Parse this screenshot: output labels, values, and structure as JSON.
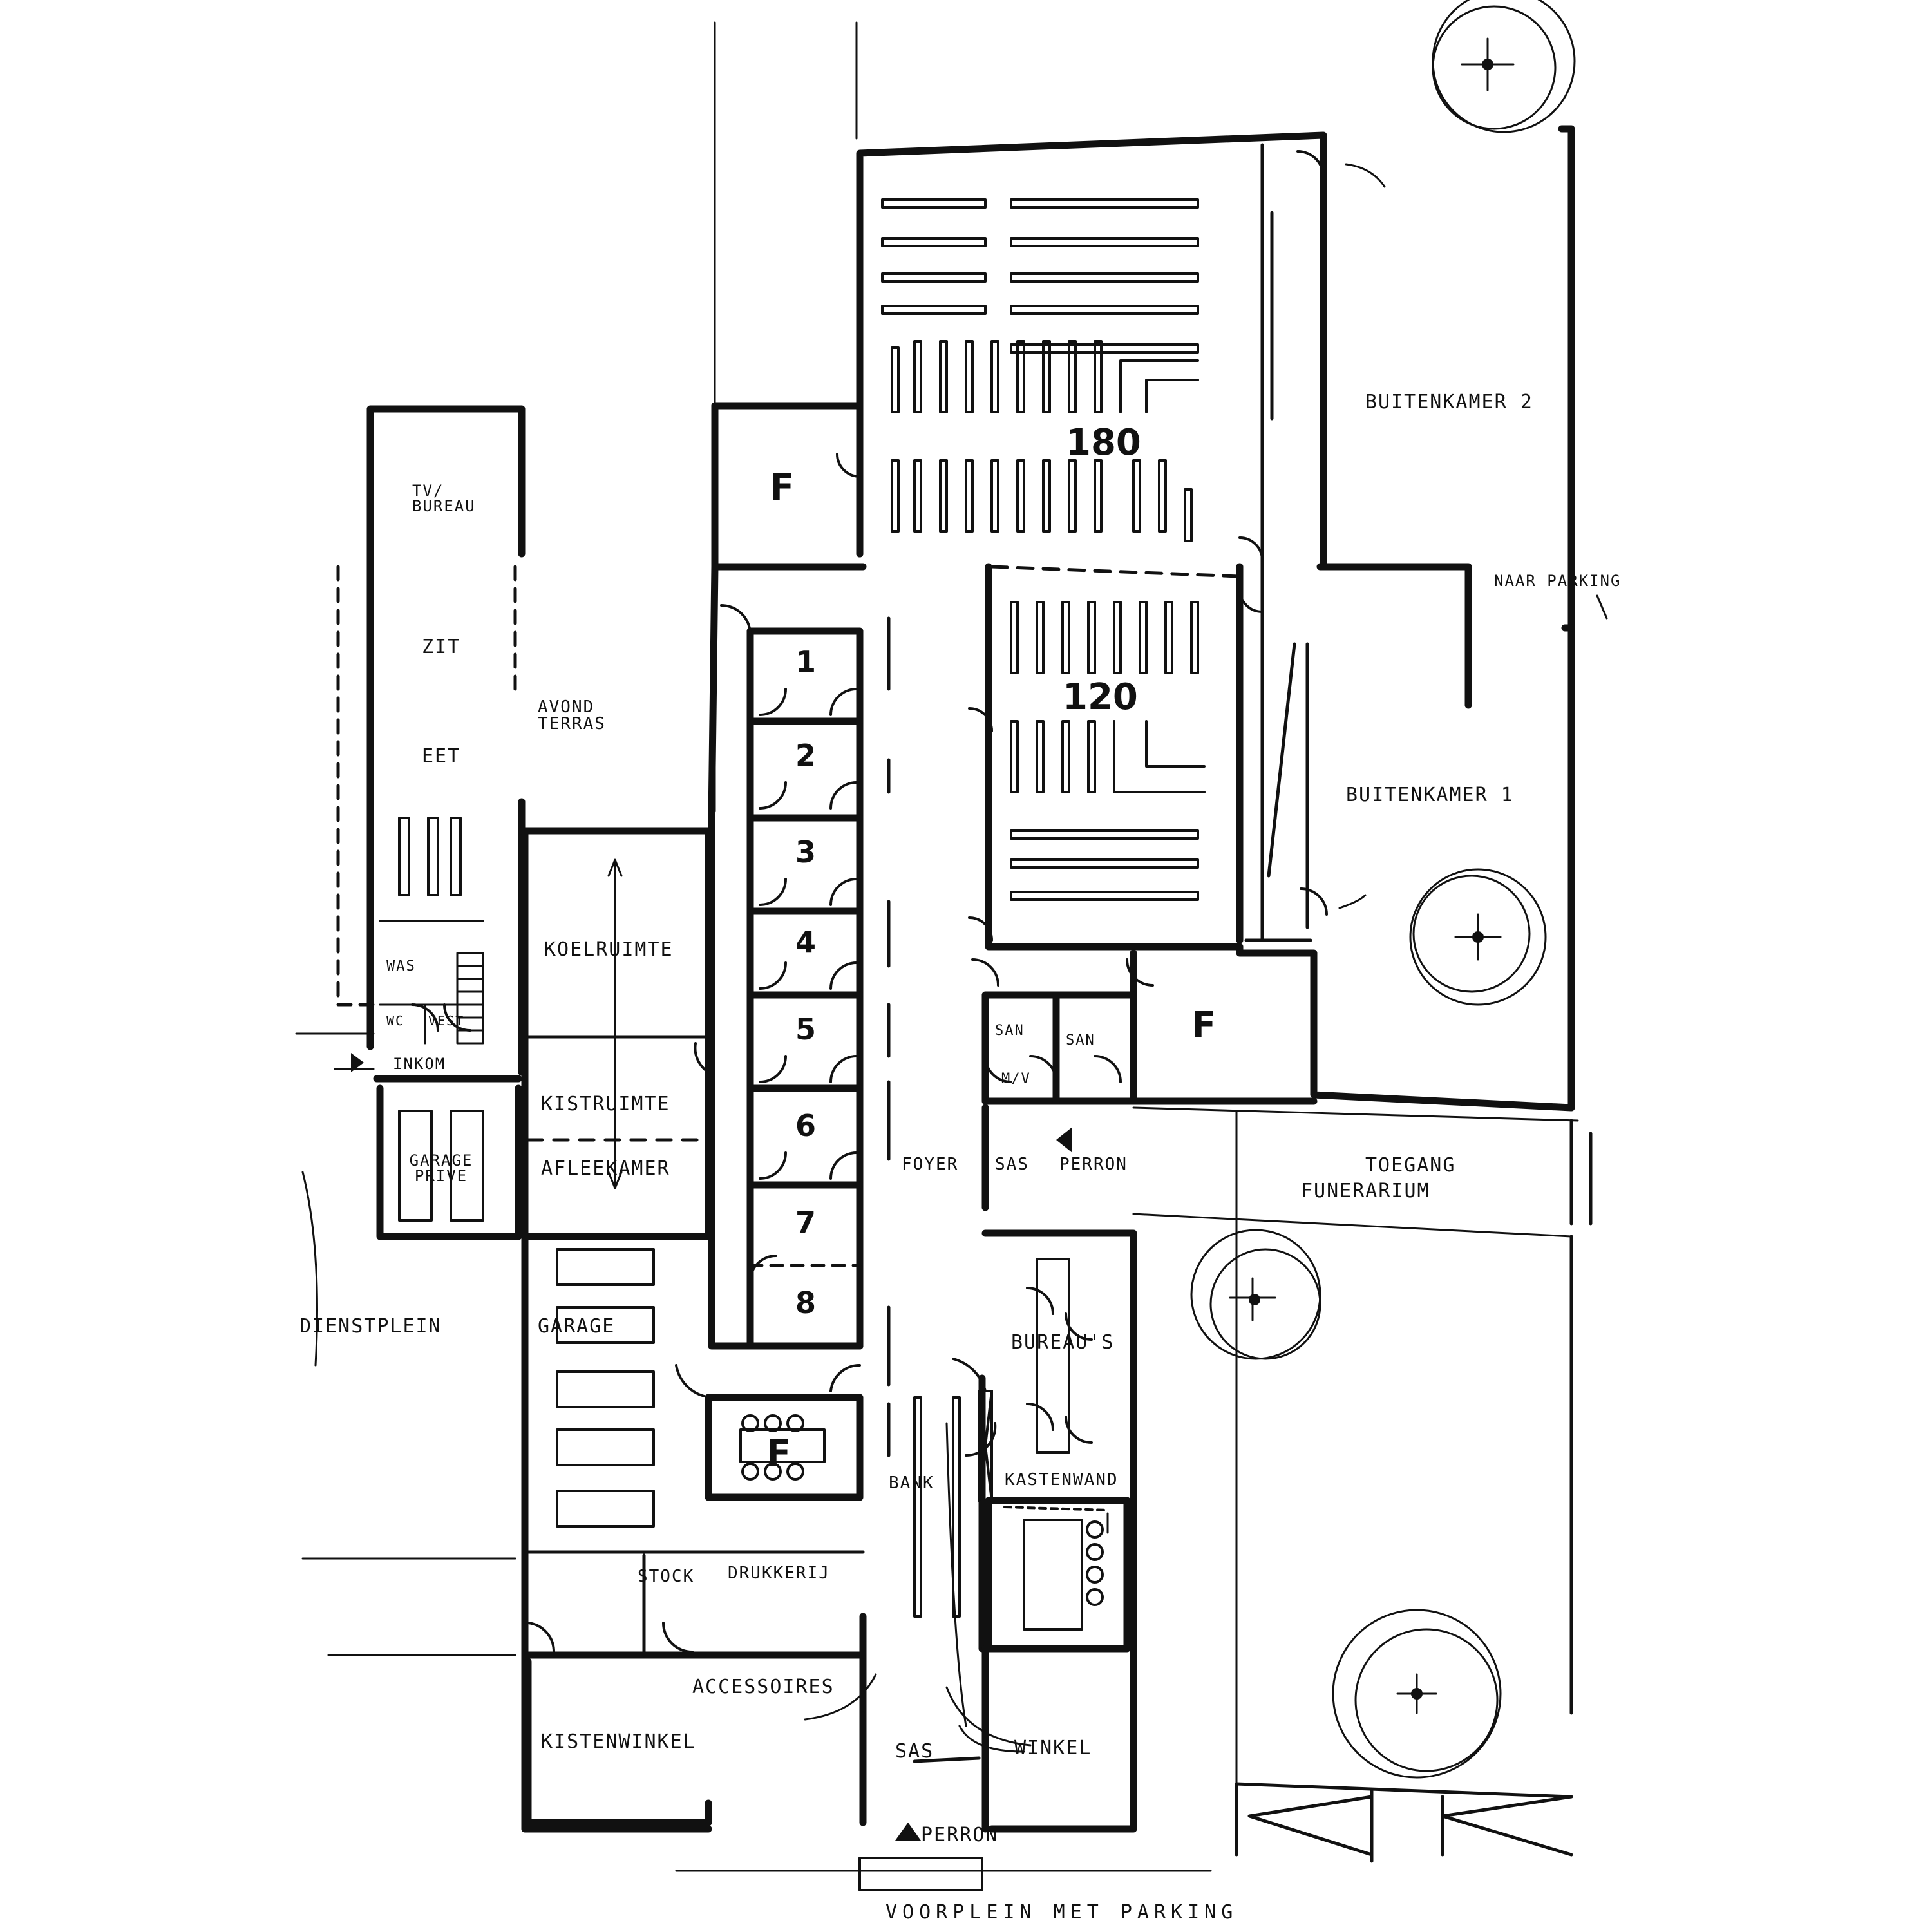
{
  "labels": {
    "buitenkamer2": "BUITENKAMER 2",
    "buitenkamer1": "BUITENKAMER 1",
    "naar_parking": "NAAR PARKING",
    "tv_bureau": "TV/ BUREAU",
    "zit": "ZIT",
    "eet": "EET",
    "avond_terras": "AVOND TERRAS",
    "was": "WAS",
    "wc": "WC",
    "vest": "VEST",
    "inkom": "INKOM",
    "garage_prive": "GARAGE PRIVE",
    "koelruimte": "KOELRUIMTE",
    "kistruimte": "KISTRUIMTE",
    "afleekamer": "AFLEEKAMER",
    "dienstplein": "DIENSTPLEIN",
    "garage": "GARAGE",
    "stock": "STOCK",
    "drukkerij": "DRUKKERIJ",
    "accessoires": "ACCESSOIRES",
    "kistenwinkel": "KISTENWINKEL",
    "sas_bottom": "SAS",
    "winkel": "WINKEL",
    "perron_bottom": "PERRON",
    "voorplein": "VOORPLEIN MET PARKING",
    "foyer": "FOYER",
    "sas_mid": "SAS",
    "perron_mid": "PERRON",
    "toegang": "TOEGANG",
    "funerarium": "FUNERARIUM",
    "bureaus": "BUREAU'S",
    "kastenwand": "KASTENWAND",
    "bank": "BANK",
    "san1": "SAN",
    "san2": "SAN",
    "mv": "M/V",
    "f_top": "F",
    "f_mid": "F",
    "f_low": "F",
    "hall180": "180",
    "hall120": "120",
    "room1": "1",
    "room2": "2",
    "room3": "3",
    "room4": "4",
    "room5": "5",
    "room6": "6",
    "room7": "7",
    "room8": "8"
  }
}
